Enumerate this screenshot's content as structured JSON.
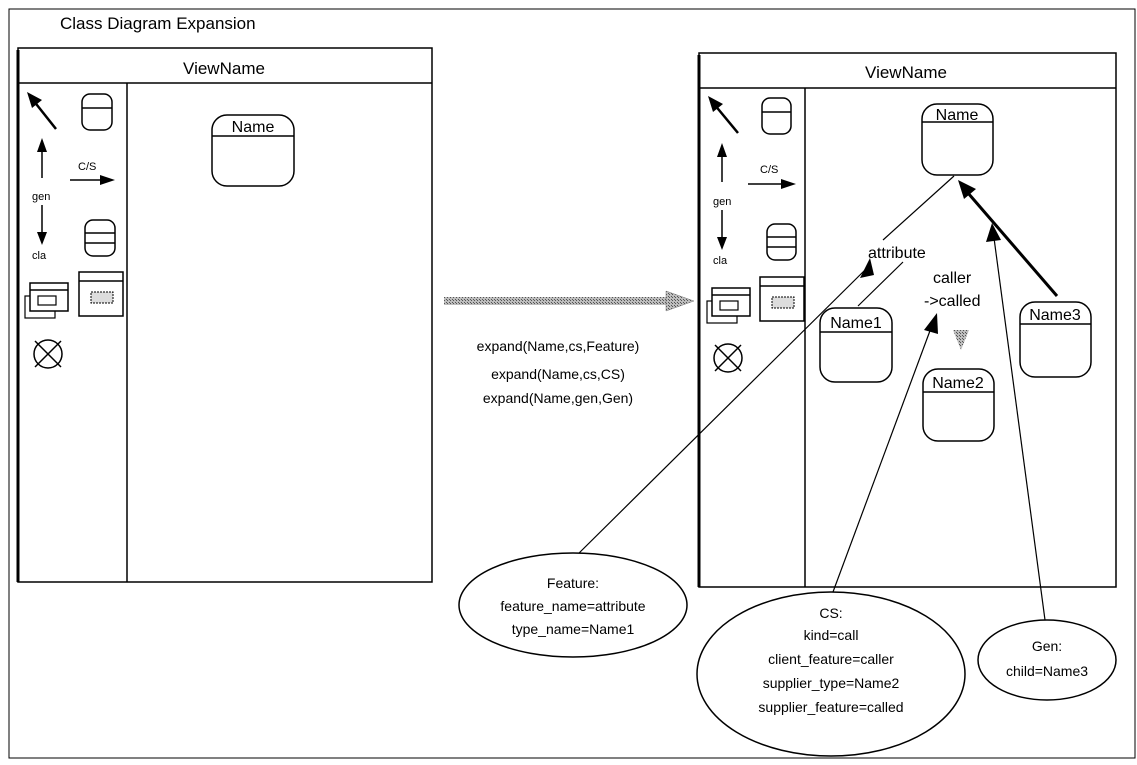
{
  "diagram": {
    "title": "Class Diagram Expansion"
  },
  "left_view": {
    "header": "ViewName",
    "palette": {
      "cs_label": "C/S",
      "gen_label": "gen",
      "cla_label": "cla"
    },
    "class_name": "Name"
  },
  "transform": {
    "lines": [
      "expand(Name,cs,Feature)",
      "expand(Name,cs,CS)",
      "expand(Name,gen,Gen)"
    ]
  },
  "right_view": {
    "header": "ViewName",
    "palette": {
      "cs_label": "C/S",
      "gen_label": "gen",
      "cla_label": "cla"
    },
    "classes": {
      "top": "Name",
      "name1": "Name1",
      "name2": "Name2",
      "name3": "Name3"
    },
    "labels": {
      "attribute": "attribute",
      "caller": "caller",
      "called": "->called"
    }
  },
  "notes": {
    "feature": [
      "Feature:",
      "feature_name=attribute",
      "type_name=Name1"
    ],
    "cs": [
      "CS:",
      "kind=call",
      "client_feature=caller",
      "supplier_type=Name2",
      "supplier_feature=called"
    ],
    "gen": [
      "Gen:",
      "child=Name3"
    ]
  }
}
